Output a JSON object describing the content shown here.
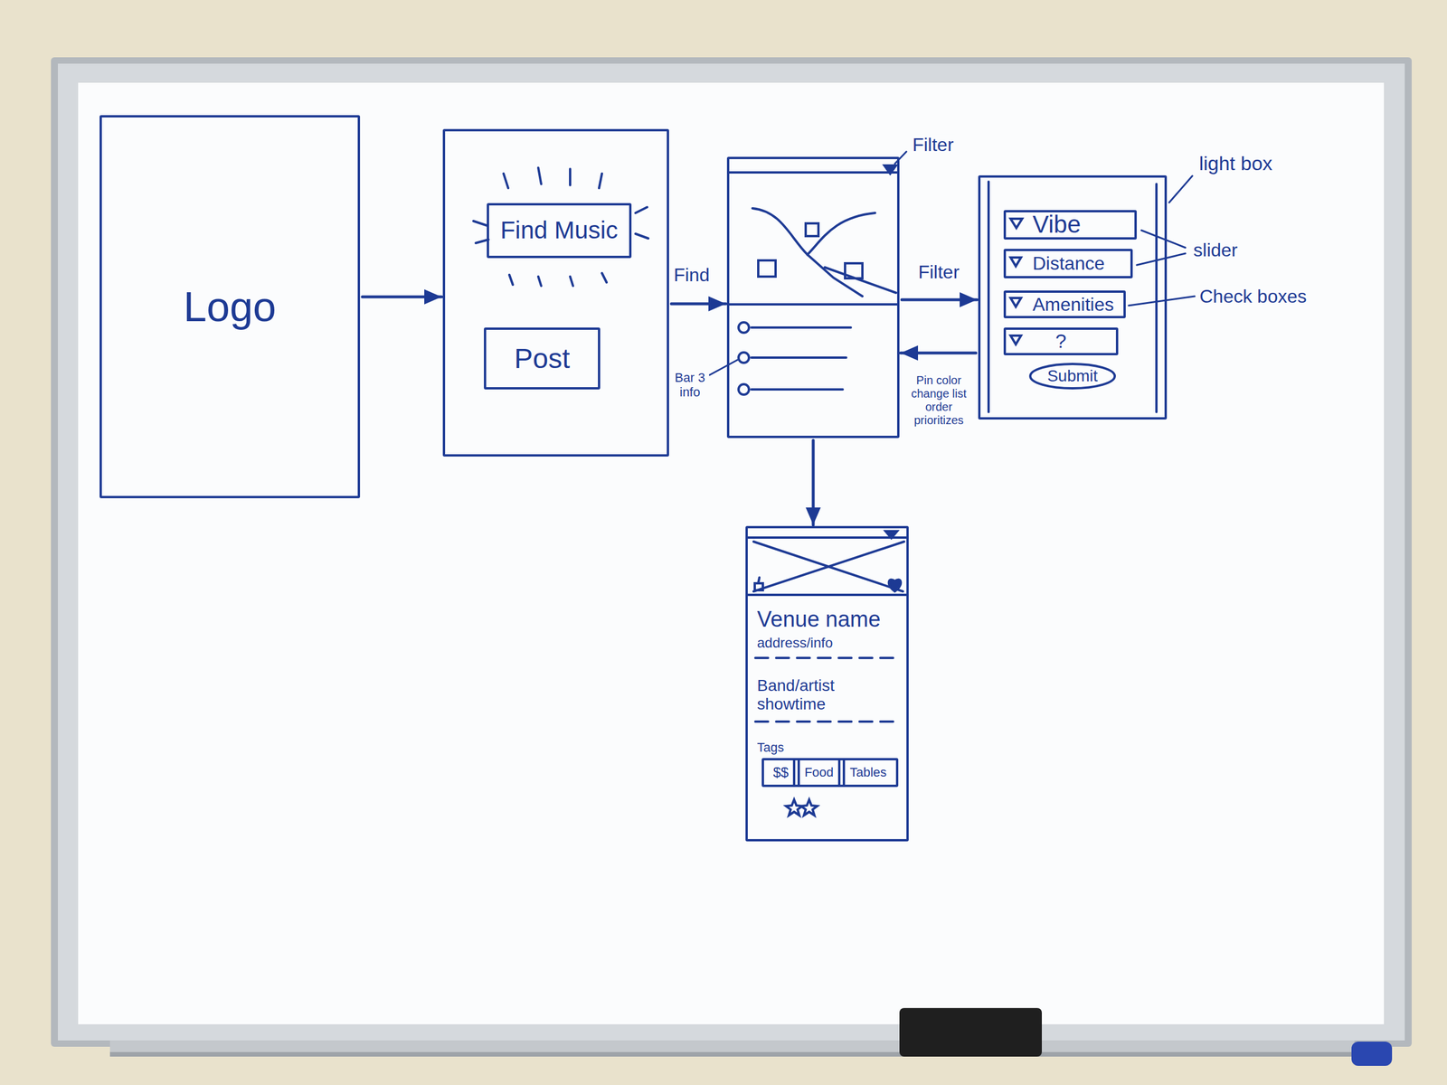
{
  "diagram": {
    "nodes": [
      {
        "text": [
          "Logo"
        ]
      },
      {
        "text": []
      },
      {
        "text": [
          "Find Music"
        ],
        "in": 1
      },
      {
        "text": [
          "Post"
        ],
        "in": 1
      },
      {
        "text": []
      },
      {
        "text": []
      },
      {
        "text": [
          "Vibe"
        ],
        "in": 5
      },
      {
        "text": [
          "Distance"
        ],
        "in": 5
      },
      {
        "text": [
          "Amenities"
        ],
        "in": 5
      },
      {
        "text": [
          "?"
        ],
        "in": 5
      },
      {
        "text": [
          "Submit"
        ],
        "in": 5
      },
      {
        "text": [
          "Venue name",
          "address/info",
          "Band/artist showtime",
          "Tags"
        ]
      },
      {
        "text": [
          "$$"
        ],
        "in": 11
      },
      {
        "text": [
          "Food"
        ],
        "in": 11
      },
      {
        "text": [
          "Tables"
        ],
        "in": 11
      }
    ],
    "edges": [
      {
        "from": 0,
        "to": 1,
        "arrow": "to"
      },
      {
        "from": 1,
        "to": 4,
        "label": "Find",
        "arrow": "to"
      },
      {
        "from": 4,
        "to": 5,
        "label": "Filter",
        "arrow": "to"
      },
      {
        "from": 5,
        "to": 4,
        "label": "Pin color change list order prioritizes",
        "arrow": "to"
      },
      {
        "from": 4,
        "to": 11,
        "arrow": "to"
      }
    ],
    "labels": [
      "Filter",
      "Bar 3 info",
      "light box",
      "slider",
      "Check boxes"
    ]
  }
}
